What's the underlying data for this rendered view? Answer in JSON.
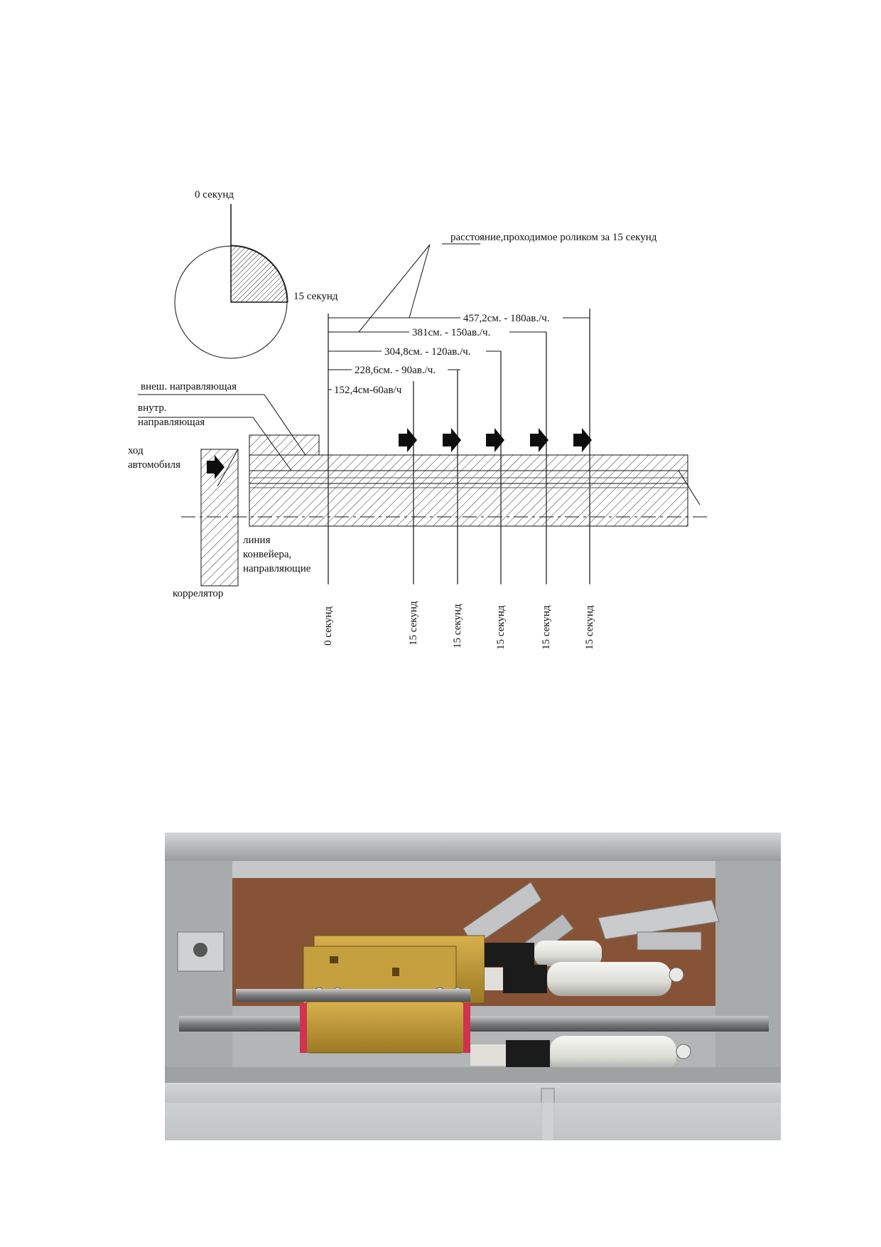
{
  "diagram": {
    "clock": {
      "label_start": "0 секунд",
      "label_end": "15 секунд"
    },
    "distance_caption": "расстояние,проходимое роликом за 15 секунд",
    "distances": [
      "457,2см. - 180ав./ч.",
      "381см. - 150ав./ч.",
      "304,8см. - 120ав./ч.",
      "228,6см. - 90ав./ч.",
      "152,4см-60ав/ч"
    ],
    "labels": {
      "outer_guide": "внеш. направляющая",
      "inner_guide_line1": "внутр.",
      "inner_guide_line2": "направляющая",
      "vehicle_motion_line1": "ход",
      "vehicle_motion_line2": "автомобиля",
      "conveyor_line1": "линия",
      "conveyor_line2": "конвейера,",
      "conveyor_line3": "направляющие",
      "correlator": "коррелятор"
    },
    "time_marks": [
      "0 секунд",
      "15 секунд",
      "15 секунд",
      "15 секунд",
      "15 секунд",
      "15 секунд"
    ]
  },
  "photo": {
    "description_icon": "correlator-mechanism-photo",
    "colors": {
      "frame_metal": "#b9bcbd",
      "wood_panel": "#8f5a3c",
      "yellow_body": "#c19a3a",
      "white_cylinders": "#e8e8e4",
      "black_bellows": "#1b1b1b",
      "rod": "#8e8f91",
      "red_ring": "#d0324f"
    }
  }
}
